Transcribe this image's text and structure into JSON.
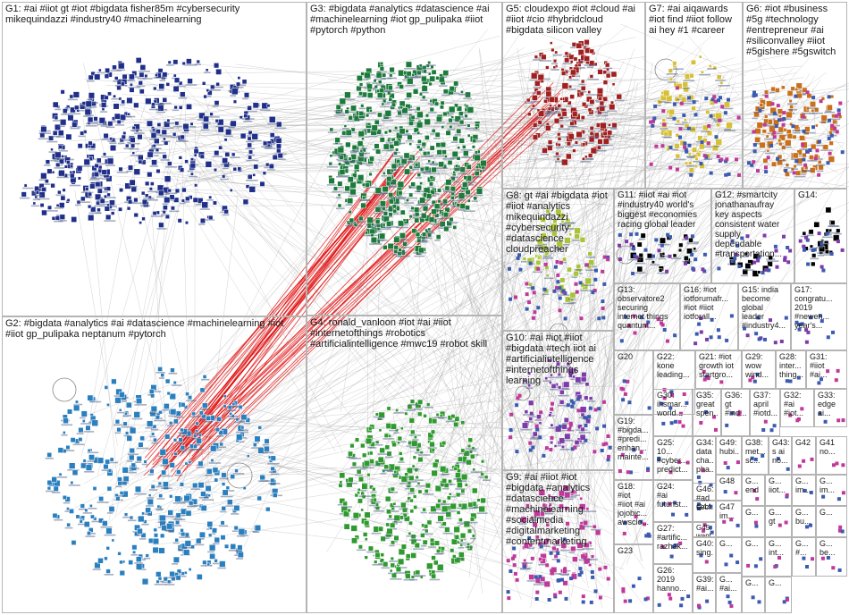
{
  "title": "",
  "colors": {
    "G1": "#1f2f8a",
    "G2": "#2a7fbf",
    "G3": "#1c7a3a",
    "G4": "#2f9a2f",
    "G5": "#a01f1f",
    "G6": "#c8701a",
    "G7": "#d6c038",
    "G8": "#a9c43a",
    "G9": "#c0399a",
    "G10": "#7d3aa8",
    "edge": "#999999",
    "highlight": "#e00000"
  },
  "groups": [
    {
      "id": "G1",
      "label": "G1: #ai #iiot gt #iot #bigdata fisher85m #cybersecurity\nmikequindazzi #industry40 #machinelearning"
    },
    {
      "id": "G2",
      "label": "G2: #bigdata #analytics #ai #datascience #machinelearning #iot\n#iiot gp_pulipaka neptanum #pytorch"
    },
    {
      "id": "G3",
      "label": "G3: #bigdata #analytics #datascience #ai\n#machinelearning #iot gp_pulipaka #iiot\n#pytorch #python"
    },
    {
      "id": "G4",
      "label": "G4: ronald_vanloon #iot #ai #iiot\n#internetofthings #robotics\n#artificialintelligence #mwc19 #robot skill"
    },
    {
      "id": "G5",
      "label": "G5: cloudexpo #iot #cloud #ai\n#iiot #cio #hybridcloud\n#bigdata silicon valley"
    },
    {
      "id": "G6",
      "label": "G6: #iot #business\n#5g #technology\n#entrepreneur #ai\n#siliconvalley #iiot\n#5gishere #5gswitch"
    },
    {
      "id": "G7",
      "label": "G7: #ai aiqawards\n#iot find #iiot follow\nai hey #1 #career"
    },
    {
      "id": "G8",
      "label": "G8: gt #ai #bigdata #iot\n#iiot #analytics\nmikequindazzi\n#cybersecurity\n#datascience\ncloudpreacher"
    },
    {
      "id": "G9",
      "label": "G9: #ai #iiot #iot\n#bigdata #analytics\n#datascience\n#machinelearning\n#socialmedia\n#digitalmarketing\n#contentmarketing"
    },
    {
      "id": "G10",
      "label": "G10: #ai #iot #iiot\n#bigdata #tech iiot ai\n#artificialintelligence\n#internetofthings\nlearning"
    },
    {
      "id": "G11",
      "label": "G11: #iiot #ai #iot\n#industry40 world's\nbiggest #economies\nracing global leader"
    },
    {
      "id": "G12",
      "label": "G12: #smartcity\njonathanaufray\nkey aspects\nconsistent water\nsupply\ndependable\n#transportation..."
    },
    {
      "id": "G13",
      "label": "G13:\nobservatore2\nsecuring\ninternet things\nquantum..."
    },
    {
      "id": "G14",
      "label": "G14:"
    },
    {
      "id": "G15",
      "label": "G15: india\nbecome\nglobal\nleader\n#industry4..."
    },
    {
      "id": "G16",
      "label": "G16: #iot\niotforumafr...\n#iot #iiot\niotforall..."
    },
    {
      "id": "G17",
      "label": "G17:\ncongratu...\n2019\n#newen...\nyear's..."
    },
    {
      "id": "G18",
      "label": "G18:\n#iot\n#iiot #ai\njojobic...\nawsclo..."
    },
    {
      "id": "G19",
      "label": "G19:\n#bigda...\n#predi...\nenhan...\nmainte..."
    },
    {
      "id": "G20",
      "label": "G20"
    },
    {
      "id": "G21",
      "label": "G21: #iot\ngrowth iot\nstartgro..."
    },
    {
      "id": "G22",
      "label": "G22:\nkone\nleading..."
    },
    {
      "id": "G23",
      "label": "G23"
    },
    {
      "id": "G24",
      "label": "G24:\n#ai\nfuturist..."
    },
    {
      "id": "G25",
      "label": "G25: 10...\n#cyber...\npredict..."
    },
    {
      "id": "G26",
      "label": "G26:\n2019\nhanno..."
    },
    {
      "id": "G27",
      "label": "G27:\n#artific...\nrazhak..."
    },
    {
      "id": "G28",
      "label": "G28:\ninter...\nthing..."
    },
    {
      "id": "G29",
      "label": "G29:\nwow\nwind..."
    },
    {
      "id": "G30",
      "label": "G30:\nihsmar...\nworld..."
    },
    {
      "id": "G31",
      "label": "G31:\n#iiot\n#ai..."
    },
    {
      "id": "G32",
      "label": "G32:\n#ai\n#iot..."
    },
    {
      "id": "G33",
      "label": "G33:\nedge\nai..."
    },
    {
      "id": "G34",
      "label": "G34:\ndata\ncha...\npha..."
    },
    {
      "id": "G35",
      "label": "G35:\ngreat\nspen..."
    },
    {
      "id": "G36",
      "label": "G36:\ngt\n#ind..."
    },
    {
      "id": "G37",
      "label": "G37:\napril\n#iotd..."
    },
    {
      "id": "G38",
      "label": "G38:\nmet...\nsc..."
    },
    {
      "id": "G39",
      "label": "G39:\n#ai..."
    },
    {
      "id": "G40",
      "label": "G40:\nsing..."
    },
    {
      "id": "G41",
      "label": "G41\nno..."
    },
    {
      "id": "G42",
      "label": "G42"
    },
    {
      "id": "G43",
      "label": "G43:\ns ai\nno..."
    },
    {
      "id": "G44",
      "label": "G44"
    },
    {
      "id": "G45",
      "label": "G45:\nwant\nund..."
    },
    {
      "id": "G46",
      "label": "G46:\n#ad\nsec..."
    },
    {
      "id": "G47",
      "label": "G47\nim..."
    },
    {
      "id": "G48",
      "label": "G48"
    },
    {
      "id": "G49",
      "label": "G49:\nhubi..."
    },
    {
      "id": "S1",
      "label": "G...\nend"
    },
    {
      "id": "S2",
      "label": "G...\niiot..."
    },
    {
      "id": "S3",
      "label": "G...\nim..."
    },
    {
      "id": "S4",
      "label": "G...\nim..."
    },
    {
      "id": "S5",
      "label": "G...\n#ai..."
    },
    {
      "id": "S6",
      "label": "G..."
    },
    {
      "id": "S7",
      "label": "G..."
    },
    {
      "id": "S8",
      "label": "G...\ngt"
    },
    {
      "id": "S9",
      "label": "G...\nbu..."
    },
    {
      "id": "S10",
      "label": "G...\nint..."
    },
    {
      "id": "S11",
      "label": "G...\nbe..."
    },
    {
      "id": "S12",
      "label": "G..."
    },
    {
      "id": "S13",
      "label": "G...\n#..."
    },
    {
      "id": "S14",
      "label": "G..."
    },
    {
      "id": "S15",
      "label": "G..."
    },
    {
      "id": "S16",
      "label": "G..."
    }
  ]
}
